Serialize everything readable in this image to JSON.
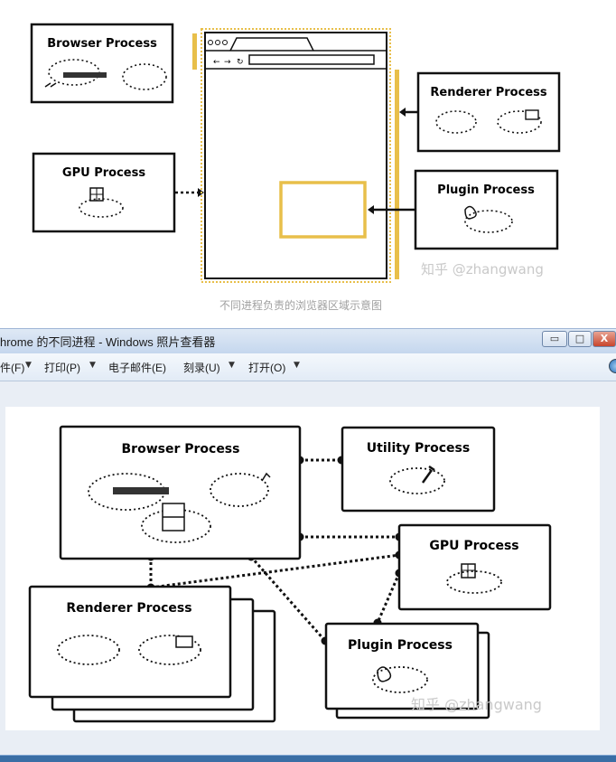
{
  "top_diagram": {
    "boxes": {
      "browser": "Browser Process",
      "gpu": "GPU Process",
      "renderer": "Renderer Process",
      "plugin": "Plugin Process"
    },
    "watermark": "知乎 @zhangwang",
    "caption": "不同进程负责的浏览器区域示意图"
  },
  "window": {
    "title": "hrome 的不同进程 - Windows 照片查看器",
    "controls": {
      "minimize": "▭",
      "maximize": "□",
      "close": "X"
    },
    "toolbar": [
      {
        "label": "件(F)",
        "has_menu": true
      },
      {
        "label": "打印(P)",
        "has_menu": true
      },
      {
        "label": "电子邮件(E)",
        "has_menu": false
      },
      {
        "label": "刻录(U)",
        "has_menu": true
      },
      {
        "label": "打开(O)",
        "has_menu": true
      }
    ]
  },
  "bottom_diagram": {
    "boxes": {
      "browser": "Browser Process",
      "utility": "Utility Process",
      "gpu": "GPU Process",
      "renderer": "Renderer Process",
      "plugin": "Plugin Process"
    },
    "watermark": "知乎 @zhangwang"
  },
  "colors": {
    "highlight_yellow": "#e8bf4a",
    "stroke": "#111111",
    "window_chrome": "#c5d7ee"
  }
}
